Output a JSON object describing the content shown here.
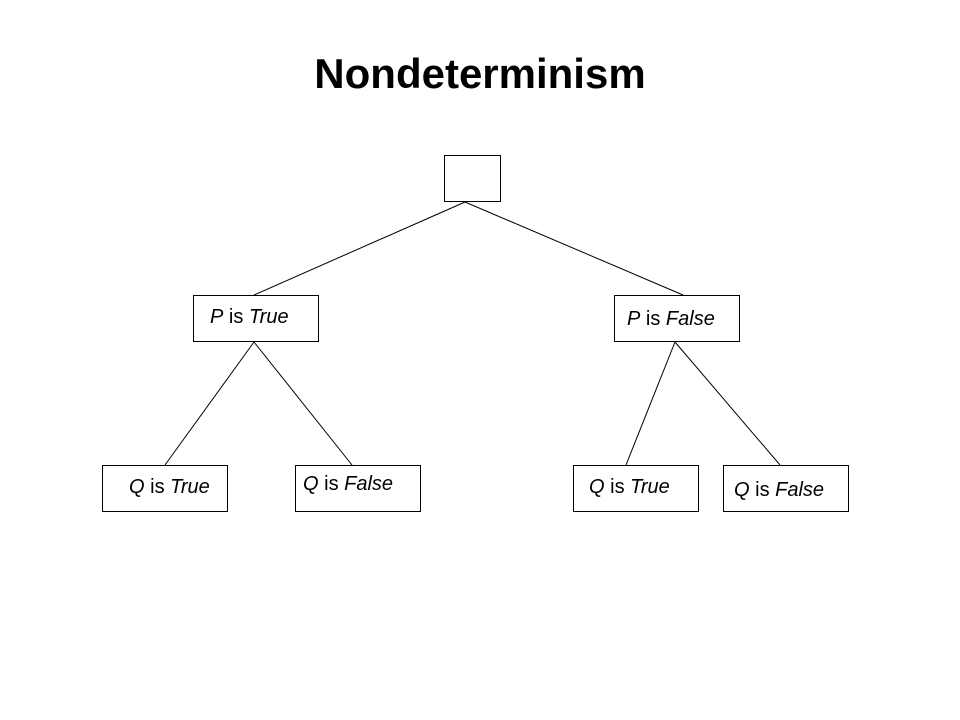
{
  "title": "Nondeterminism",
  "tree": {
    "root": {
      "label": ""
    },
    "level1": [
      {
        "var": "P",
        "connector": "is",
        "value": "True"
      },
      {
        "var": "P",
        "connector": "is",
        "value": "False"
      }
    ],
    "level2": [
      {
        "var": "Q",
        "connector": "is",
        "value": "True"
      },
      {
        "var": "Q",
        "connector": "is",
        "value": "False"
      },
      {
        "var": "Q",
        "connector": "is",
        "value": "True"
      },
      {
        "var": "Q",
        "connector": "is",
        "value": "False"
      }
    ]
  }
}
